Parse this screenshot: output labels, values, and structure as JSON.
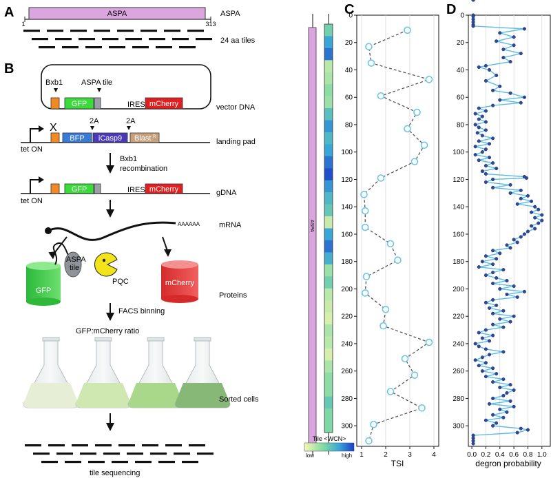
{
  "panels": {
    "a": "A",
    "b": "B",
    "c": "C",
    "d": "D"
  },
  "panel_a": {
    "bar_label": "ASPA",
    "side_label": "ASPA",
    "start": "1",
    "end": "313",
    "tiles_label": "24 aa tiles"
  },
  "panel_b": {
    "bxb1": "Bxb1",
    "aspa_tile": "ASPA tile",
    "gfp": "GFP",
    "ires": "IRES",
    "mcherry": "mCherry",
    "vector_dna": "vector DNA",
    "x_mark": "X",
    "two_a_1": "2A",
    "two_a_2": "2A",
    "bfp": "BFP",
    "icasp9": "iCasp9",
    "blast": "Blast",
    "blast_sup": "R",
    "landing_pad": "landing pad",
    "tet_on_1": "tet ON",
    "recomb_1": "Bxb1",
    "recomb_2": "recombination",
    "gfp2": "GFP",
    "ires2": "IRES",
    "mcherry2": "mCherry",
    "gdna": "gDNA",
    "tet_on_2": "tet ON",
    "polya": "AAAAAA",
    "mrna": "mRNA",
    "cyl_gfp": "GFP",
    "aspa": "ASPA",
    "tile": "tile",
    "pqc": "PQC",
    "cyl_mcherry": "mCherry",
    "proteins": "Proteins",
    "facs": "FACS binning",
    "ratio": "GFP:mCherry ratio",
    "sorted": "Sorted cells",
    "tile_seq": "tile sequencing"
  },
  "tile_column": {
    "protein_label": "ASPA",
    "colorbar_title": "Tile <WCN>",
    "colorbar_low": "low",
    "colorbar_high": "high",
    "shades": [
      0.45,
      0.7,
      0.85,
      0.2,
      0.25,
      0.35,
      0.3,
      0.55,
      0.75,
      0.6,
      0.7,
      0.85,
      0.95,
      0.75,
      0.6,
      0.5,
      0.15,
      0.7,
      0.85,
      0.65,
      0.3,
      0.45,
      0.2,
      0.15,
      0.1,
      0.25,
      0.2,
      0.1,
      0.25,
      0.35,
      0.35,
      0.5,
      0.4,
      0.4
    ]
  },
  "chart_data": [
    {
      "type": "line",
      "panel": "C",
      "xlabel": "TSI",
      "xlim": [
        0.8,
        4.2
      ],
      "xticks": [
        1,
        2,
        3,
        4
      ],
      "ylim": [
        0,
        315
      ],
      "yticks": [
        0,
        20,
        40,
        60,
        80,
        100,
        120,
        140,
        160,
        180,
        200,
        220,
        240,
        260,
        280,
        300
      ],
      "y_reversed": true,
      "series": [
        {
          "x": [
            2.9,
            1.3,
            1.4,
            3.8,
            1.8,
            3.3,
            2.9,
            3.6,
            3.2,
            1.8,
            1.1,
            1.15,
            1.15,
            2.2,
            2.5,
            1.2,
            1.15,
            2.0,
            1.9,
            3.8,
            2.8,
            3.2,
            2.2,
            3.5,
            1.5,
            1.3
          ],
          "y": [
            11,
            23,
            35,
            47,
            59,
            71,
            83,
            95,
            107,
            119,
            131,
            143,
            155,
            167,
            179,
            191,
            203,
            215,
            227,
            239,
            251,
            263,
            275,
            287,
            299,
            311
          ]
        }
      ],
      "marker_color": "#6ec6e6",
      "line_color": "#555555"
    },
    {
      "type": "line",
      "panel": "D",
      "xlabel": "degron probability",
      "xlim": [
        -0.05,
        1.12
      ],
      "xticks": [
        0.0,
        0.2,
        0.4,
        0.6,
        0.8,
        1.0
      ],
      "xtick_labels": [
        "0.0",
        "0.2",
        "0.4",
        "0.6",
        "0.8",
        "1.0"
      ],
      "ylim": [
        0,
        315
      ],
      "yticks": [
        0,
        20,
        40,
        60,
        80,
        100,
        120,
        140,
        160,
        180,
        200,
        220,
        240,
        260,
        280,
        300
      ],
      "y_reversed": true,
      "series": [
        {
          "knots_y": [
            0,
            1,
            3,
            5,
            7,
            8,
            10,
            13,
            16,
            19,
            22,
            25,
            28,
            31,
            34,
            37,
            38,
            40,
            44,
            48,
            52,
            55,
            57,
            60,
            62,
            64,
            66,
            68,
            70,
            72,
            74,
            76,
            78,
            80,
            82,
            84,
            86,
            88,
            90,
            92,
            94,
            96,
            98,
            100,
            102,
            104,
            106,
            108,
            110,
            112,
            114,
            116,
            118,
            119,
            120,
            122,
            124,
            126,
            128,
            130,
            132,
            134,
            136,
            138,
            140,
            142,
            144,
            146,
            148,
            150,
            152,
            154,
            156,
            158,
            160,
            162,
            164,
            166,
            168,
            170,
            172,
            174,
            176,
            178,
            180,
            182,
            184,
            186,
            188,
            190,
            192,
            194,
            196,
            198,
            200,
            202,
            204,
            206,
            208,
            210,
            212,
            214,
            216,
            218,
            220,
            222,
            224,
            226,
            228,
            230,
            232,
            234,
            236,
            238,
            240,
            242,
            244,
            246,
            248,
            250,
            252,
            254,
            256,
            258,
            260,
            262,
            264,
            266,
            268,
            270,
            272,
            274,
            276,
            278,
            280,
            282,
            284,
            286,
            288,
            290,
            292,
            294,
            296,
            298,
            300,
            302,
            303,
            305,
            307,
            309,
            311,
            313
          ],
          "knots_x": [
            0.02,
            0.02,
            0.02,
            0.02,
            0.02,
            0.02,
            0.75,
            0.4,
            0.6,
            0.35,
            0.6,
            0.45,
            0.7,
            0.45,
            0.55,
            0.2,
            0.1,
            0.25,
            0.35,
            0.2,
            0.4,
            0.3,
            0.55,
            0.75,
            0.4,
            0.7,
            0.3,
            0.1,
            0.2,
            0.05,
            0.15,
            0.1,
            0.2,
            0.05,
            0.1,
            0.2,
            0.08,
            0.15,
            0.3,
            0.1,
            0.25,
            0.05,
            0.2,
            0.15,
            0.05,
            0.25,
            0.1,
            0.3,
            0.2,
            0.35,
            0.15,
            0.2,
            0.75,
            0.78,
            0.3,
            0.2,
            0.55,
            0.3,
            0.7,
            0.55,
            0.8,
            0.7,
            0.85,
            0.65,
            0.9,
            0.95,
            0.85,
            1.0,
            0.9,
            1.0,
            0.95,
            0.85,
            0.9,
            0.8,
            0.75,
            0.7,
            0.6,
            0.65,
            0.5,
            0.55,
            0.3,
            0.4,
            0.2,
            0.35,
            0.15,
            0.3,
            0.1,
            0.45,
            0.3,
            0.2,
            0.35,
            0.5,
            0.3,
            0.6,
            0.4,
            0.75,
            0.5,
            0.65,
            0.3,
            0.2,
            0.35,
            0.25,
            0.45,
            0.3,
            0.6,
            0.4,
            0.55,
            0.3,
            0.45,
            0.2,
            0.1,
            0.3,
            0.15,
            0.25,
            0.05,
            0.1,
            0.2,
            0.45,
            0.25,
            0.15,
            0.05,
            0.2,
            0.1,
            0.3,
            0.15,
            0.35,
            0.2,
            0.45,
            0.3,
            0.55,
            0.4,
            0.6,
            0.5,
            0.45,
            0.3,
            0.55,
            0.25,
            0.6,
            0.4,
            0.5,
            0.3,
            0.45,
            0.2,
            0.35,
            0.3,
            0.7,
            0.8,
            0.65,
            0.02,
            0.02,
            0.02,
            0.02,
            0.02,
            0.02
          ]
        }
      ],
      "marker_color": "#2e4a99",
      "line_color": "#5bbbe6"
    }
  ]
}
